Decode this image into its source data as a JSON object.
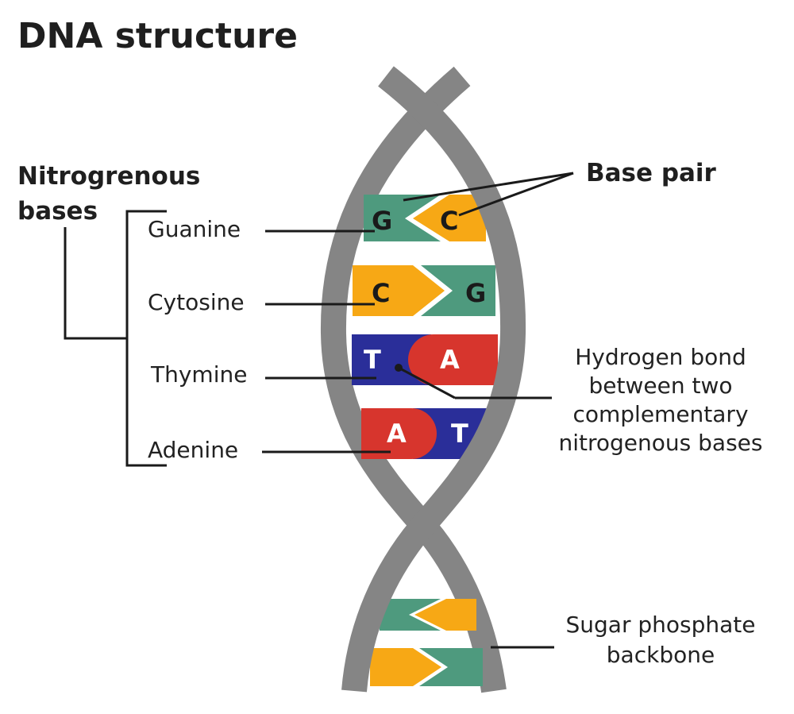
{
  "title": "DNA structure",
  "left_heading": {
    "line1": "Nitrogrenous",
    "line2": "bases"
  },
  "base_pair_label": "Base pair",
  "base_labels": {
    "guanine": "Guanine",
    "cytosine": "Cytosine",
    "thymine": "Thymine",
    "adenine": "Adenine"
  },
  "rung_letters": {
    "r1_left": "G",
    "r1_right": "C",
    "r2_left": "C",
    "r2_right": "G",
    "r3_left": "T",
    "r3_right": "A",
    "r4_left": "A",
    "r4_right": "T"
  },
  "hydrogen_bond_label": {
    "line1": "Hydrogen bond",
    "line2": "between two",
    "line3": "complementary",
    "line4": "nitrogenous bases"
  },
  "backbone_label": {
    "line1": "Sugar phosphate",
    "line2": "backbone"
  },
  "colors": {
    "guanine": "#4E9A7E",
    "cytosine": "#F7A815",
    "thymine": "#2A2E99",
    "adenine": "#D7352D",
    "backbone": "#858585",
    "text": "#1f1f1f"
  }
}
